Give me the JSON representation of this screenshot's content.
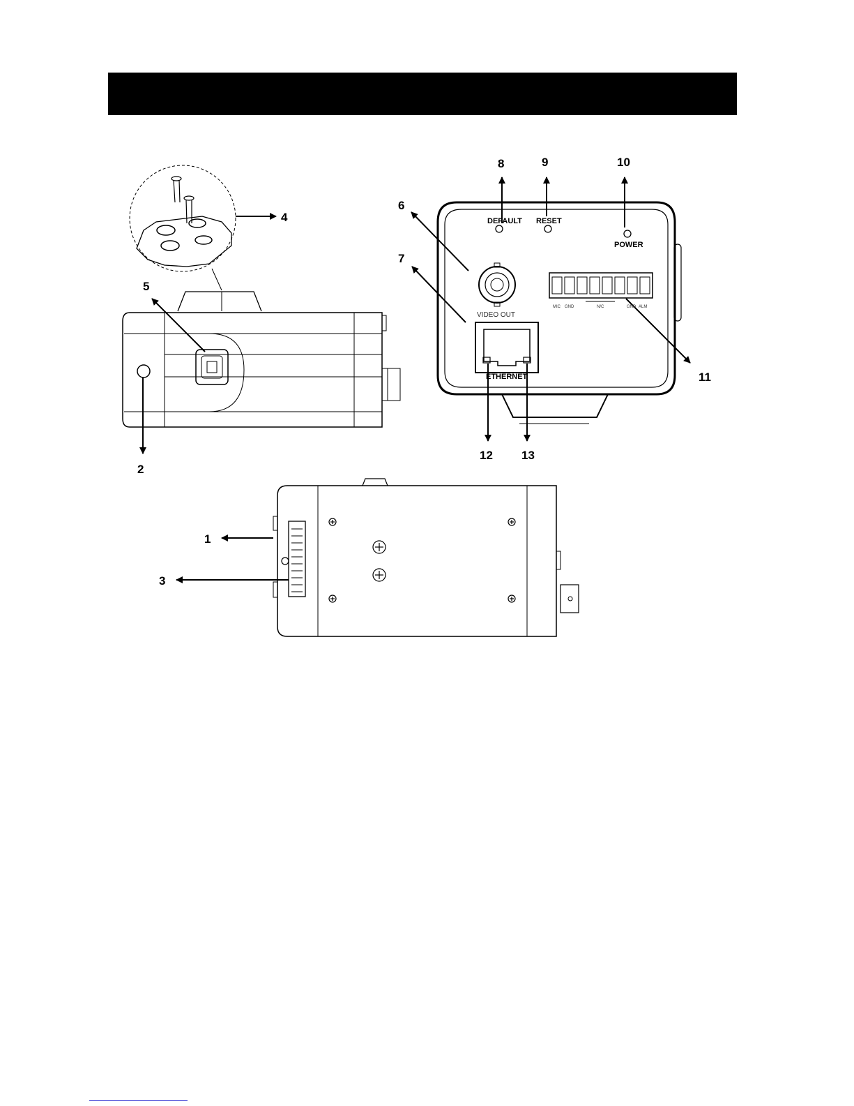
{
  "header": {
    "title": ""
  },
  "callouts": [
    "1",
    "2",
    "3",
    "4",
    "5",
    "6",
    "7",
    "8",
    "9",
    "10",
    "11",
    "12",
    "13"
  ],
  "panel_labels": {
    "default": "DEFAULT",
    "reset": "RESET",
    "power": "POWER",
    "video_out": "VIDEO OUT",
    "ethernet": "ETHERNET",
    "terminal": [
      "MIC",
      "GND",
      "N/C",
      "GND",
      "ALM"
    ]
  },
  "colors": {
    "title_bar": "#000000",
    "line": "#000000",
    "footer_line": "#2a2ad0"
  }
}
